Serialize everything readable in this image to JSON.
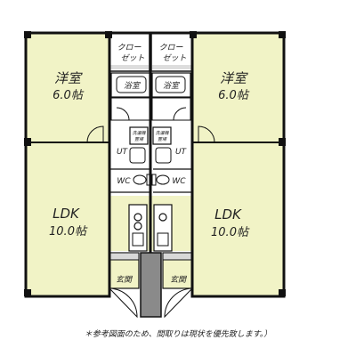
{
  "colors": {
    "room_fill": "#f1f3c6",
    "wet_fill": "#ffffff",
    "entrance_fill": "#f1f3c6",
    "wall": "#111111",
    "shaft_fill": "#8a8a8a"
  },
  "rooms": {
    "west_bedroom": {
      "name": "洋室",
      "size": "6.0帖"
    },
    "east_bedroom": {
      "name": "洋室",
      "size": "6.0帖"
    },
    "west_ldk": {
      "name": "LDK",
      "size": "10.0帖"
    },
    "east_ldk": {
      "name": "LDK",
      "size": "10.0帖"
    }
  },
  "closets": {
    "west": [
      "クロー",
      "ゼット"
    ],
    "east": [
      "クロー",
      "ゼット"
    ]
  },
  "bath": {
    "west": "浴室",
    "east": "浴室"
  },
  "utility": {
    "west": "UT",
    "east": "UT"
  },
  "toilet": {
    "west": "WC",
    "east": "WC"
  },
  "washer": {
    "west": [
      "洗濯機",
      "置場"
    ],
    "east": [
      "洗濯機",
      "置場"
    ]
  },
  "entrance": {
    "west": "玄関",
    "east": "玄関"
  },
  "footnote": "＊参考図面のため、間取りは現状を優先致します。）"
}
